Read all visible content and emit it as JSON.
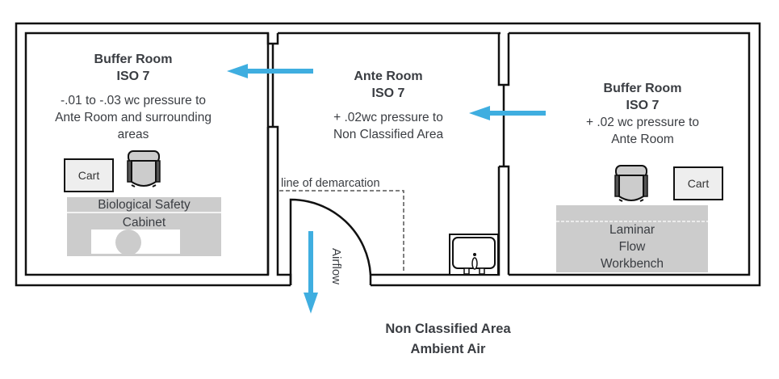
{
  "colors": {
    "wall": "#111111",
    "airflow_arrow": "#3FAEE0",
    "equipment_fill": "#cccccc",
    "cart_fill": "#eeeeee",
    "text": "#3a3d42"
  },
  "rooms": {
    "left_buffer": {
      "title": "Buffer Room",
      "iso": "ISO 7",
      "pressure_lines": [
        "-.01 to -.03 wc pressure to",
        "Ante Room and surrounding",
        "areas"
      ]
    },
    "ante": {
      "title": "Ante Room",
      "iso": "ISO 7",
      "pressure_lines": [
        "+ .02wc pressure to",
        "Non Classified Area"
      ]
    },
    "right_buffer": {
      "title": "Buffer Room",
      "iso": "ISO 7",
      "pressure_lines": [
        "+ .02 wc pressure to",
        "Ante Room"
      ]
    }
  },
  "equipment": {
    "left_cart": "Cart",
    "right_cart": "Cart",
    "bsc_line1": "Biological Safety",
    "bsc_line2": "Cabinet",
    "lfw_line1": "Laminar",
    "lfw_line2": "Flow",
    "lfw_line3": "Workbench"
  },
  "annotations": {
    "demarcation": "line of demarcation",
    "airflow": "Airflow"
  },
  "outside": {
    "line1": "Non Classified Area",
    "line2": "Ambient Air"
  },
  "icons": [
    "chair-icon",
    "chair-icon",
    "sink-icon",
    "airflow-arrow-left-icon",
    "airflow-arrow-left-icon",
    "airflow-arrow-down-icon",
    "door-swing-icon"
  ]
}
